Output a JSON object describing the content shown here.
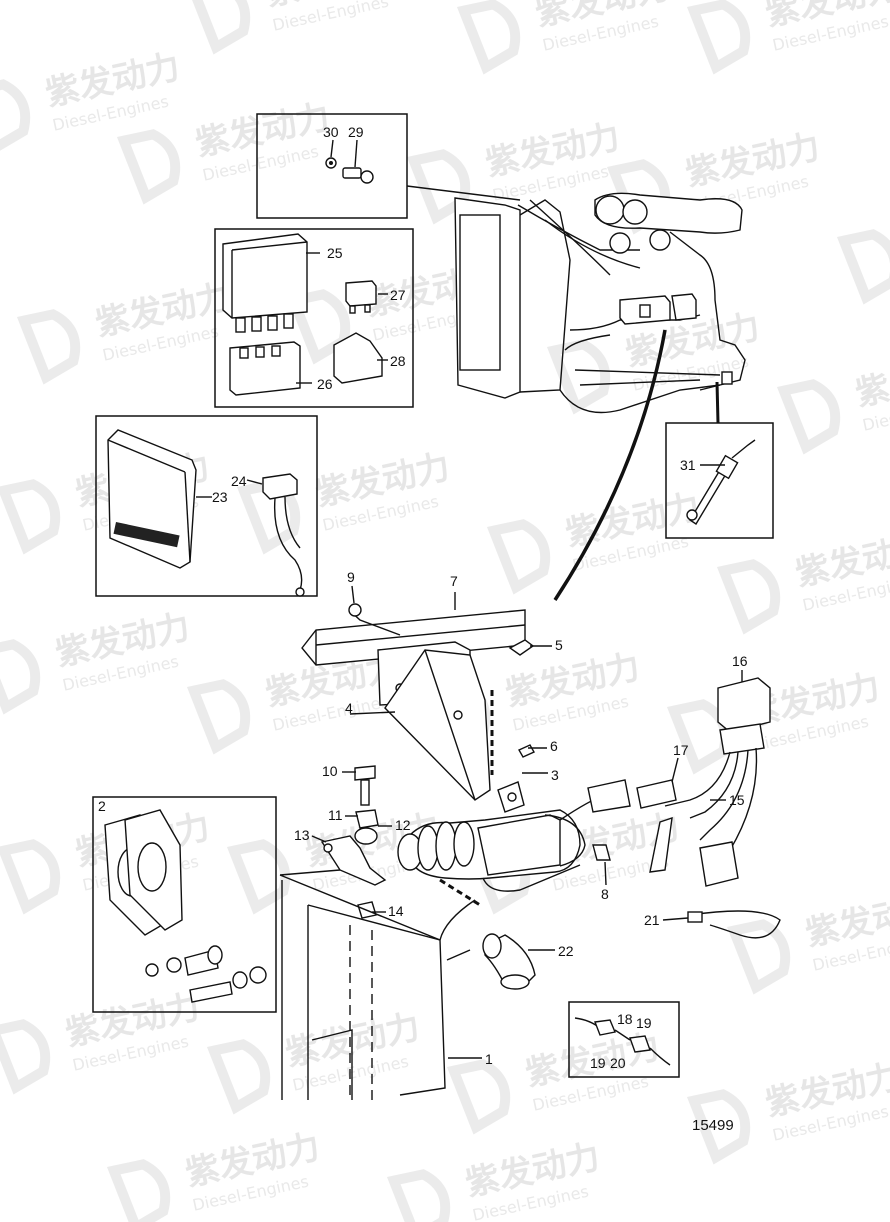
{
  "watermark": {
    "brand": "紫发动力",
    "sub": "Diesel-Engines"
  },
  "drawing_number": "15499",
  "callouts": [
    "1",
    "2",
    "3",
    "4",
    "5",
    "6",
    "7",
    "8",
    "9",
    "10",
    "11",
    "12",
    "13",
    "14",
    "15",
    "16",
    "17",
    "18",
    "19",
    "19",
    "20",
    "21",
    "22",
    "23",
    "24",
    "25",
    "26",
    "27",
    "28",
    "29",
    "30",
    "31"
  ]
}
